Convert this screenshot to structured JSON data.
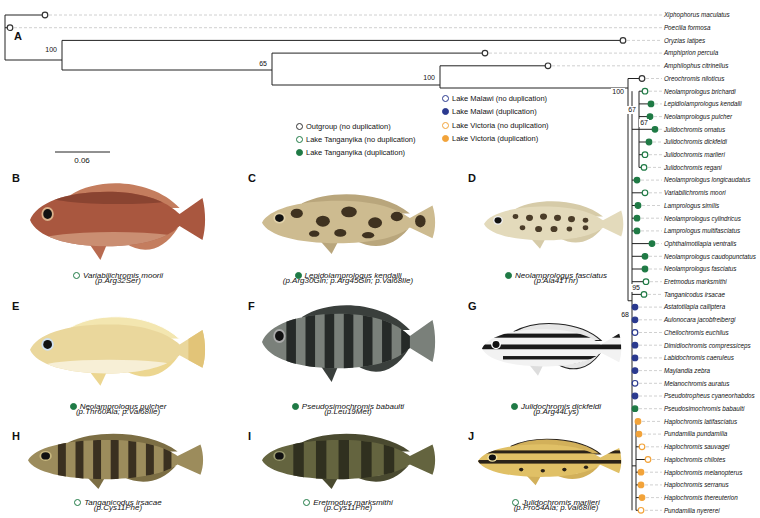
{
  "diagram": {
    "labels": [
      "A",
      "Xiphophorus maculatus",
      "Poecilia formosa",
      "Oryzias latipes",
      "Amphiprion percula",
      "Amphilophus citrinellus",
      "Oreochromis niloticus",
      "Neolamprologus brichardi",
      "Lepidiolamprologus kendalli",
      "Neolamprologus pulcher",
      "Julidochromis ornatus",
      "Julidochromis dickfeldi",
      "Julidochromis marlieri",
      "Julidochromis regani",
      "Neolamprologus longicaudatus",
      "Variabilichromis moori",
      "Lamprologus similis",
      "Neolamprologus cylindricus",
      "Lamprologus multifasciatus",
      "Ophthalmotilapia ventralis",
      "Neolamprologus caudopunctatus",
      "Neolamprologus fasciatus",
      "Eretmodus marksmithi",
      "Tanganicodus irsacae",
      "Astatotilapia calliptera",
      "Aulonocara jacobfreibergi",
      "Cheilochromis euchilus",
      "Dimidiochromis compressiceps",
      "Labidochromis caeruleus",
      "Maylandia zebra",
      "Melanochromis auratus",
      "Pseudotropheus cyaneorhabdos",
      "Pseudosimochromis babaulti",
      "Haplochromis latifasciatus",
      "Pundamilia pundamilia",
      "Haplochromis sauvagei",
      "Haplochromis chilotes",
      "Haplochromis melanopterus",
      "Haplochromis serranus",
      "Haplochromis thereuterion",
      "Pundamilia nyererei",
      "100",
      "65",
      "100",
      "100",
      "67",
      "67",
      "95",
      "68",
      "0.06",
      "B",
      "Variabilichromis moorii",
      "(p.Arg32Ser)",
      "C",
      "Lepidolamprologus kendalli",
      "(p.Arg30Gln; p.Arg45Gln; p.Val68Ile)",
      "D",
      "Neolamprologus fasciatus",
      "(p.Ala41Thr)",
      "E",
      "Neolamprologus pulcher",
      "(p.Thr60Ala; p.Val68Ile)",
      "F",
      "Pseudosimochromis babaulti",
      "(p.Leu19Met)",
      "G",
      "Julidochromis dickfeldi",
      "(p.Arg44Lys)",
      "H",
      "Tanganicodus irsacae",
      "(p.Cys11Phe)",
      "I",
      "Eretmodus marksmithi",
      "(p.Cys11Phe)",
      "J",
      "Julidochromis marlieri",
      "(p.Pro54Ala; p.Val68Ile)"
    ],
    "legend": [
      {
        "text": "Outgroup (no duplication)",
        "color": "#333333"
      },
      {
        "text": "Lake Tanganyika (no duplication)",
        "color": "#1f7a45"
      },
      {
        "text": "Lake Tanganyika (duplication)",
        "color": "#1f7a45"
      },
      {
        "text": "Lake Malawi (no duplication)",
        "color": "#2b3a8f"
      },
      {
        "text": "Lake Malawi (duplication)",
        "color": "#2b3a8f"
      },
      {
        "text": "Lake Victoria (no duplication)",
        "color": "#f2a33a"
      },
      {
        "text": "Lake Victoria (duplication)",
        "color": "#f2a33a"
      }
    ]
  }
}
